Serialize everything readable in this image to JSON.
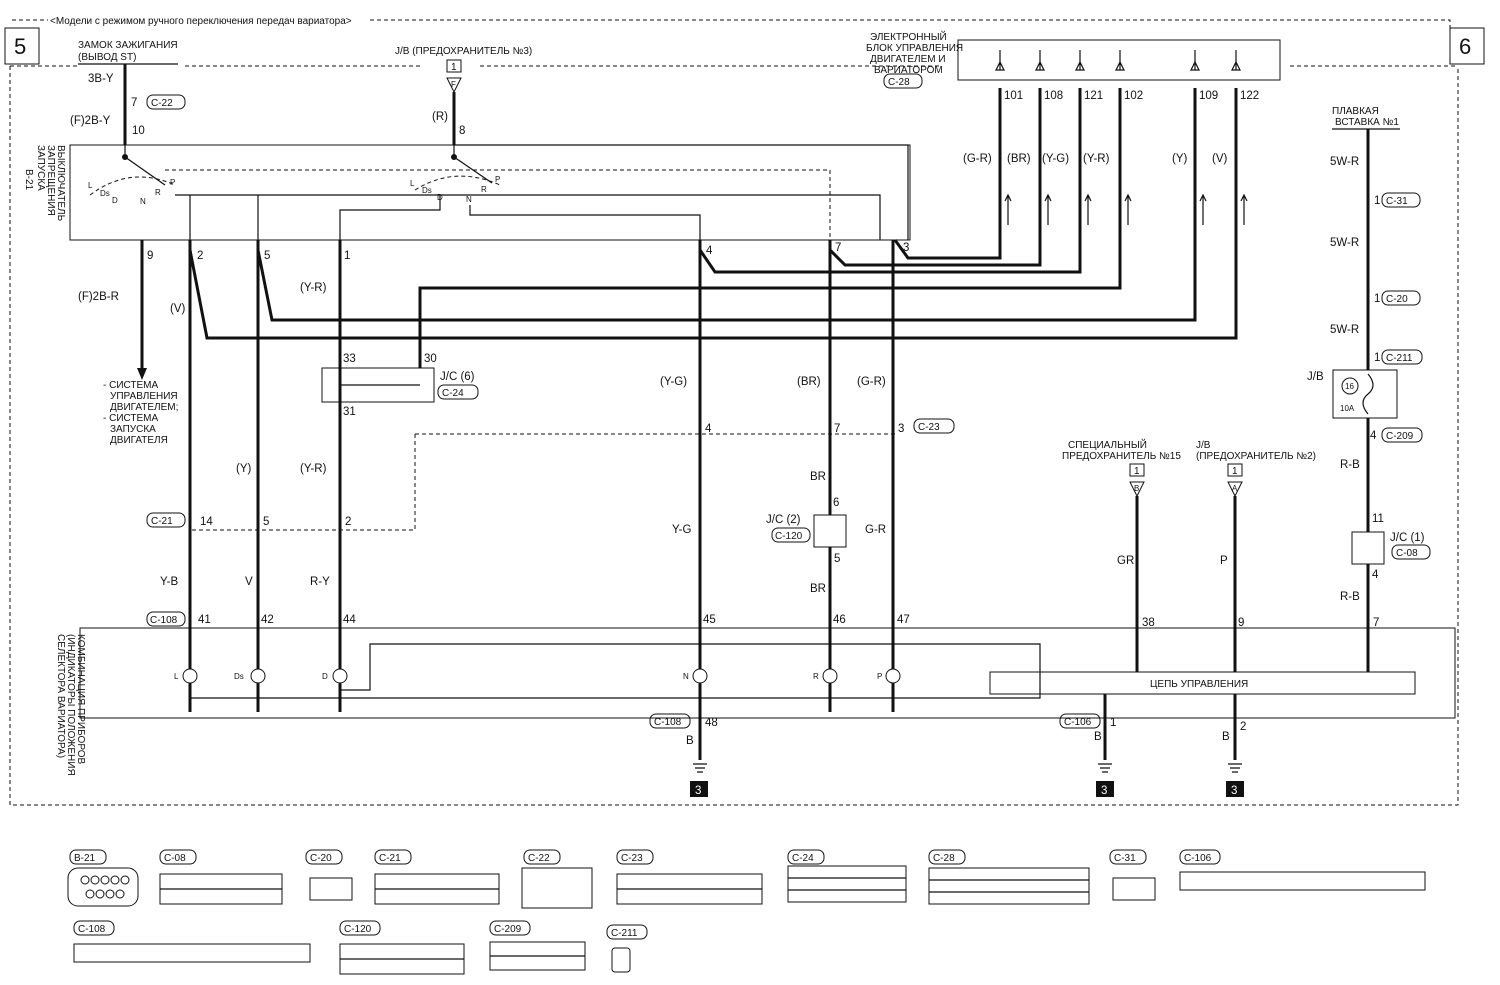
{
  "header": {
    "note": "<Модели с режимом ручного переключения передач вариатора>",
    "page_left": "5",
    "page_right": "6"
  },
  "top": {
    "ignition_switch": [
      "ЗАМОК ЗАЖИГАНИЯ",
      "(ВЫВОД ST)"
    ],
    "ign_wire": "3B-Y",
    "ign_pin": "7",
    "ign_conn": "C-22",
    "ign_wire2": "(F)2B-Y",
    "ign_pin2": "10",
    "jb_fuse3": "J/B (ПРЕДОХРАНИТЕЛЬ №3)",
    "jb_fuse3_box": "1",
    "jb_fuse3_letter": "F",
    "jb_fuse3_wire": "(R)",
    "jb_fuse3_pin": "8",
    "ecu": [
      "ЭЛЕКТРОННЫЙ",
      "БЛОК УПРАВЛЕНИЯ",
      "ДВИГАТЕЛЕМ И",
      "ВАРИАТОРОМ"
    ],
    "ecu_conn": "C-28",
    "ecu_pins": [
      "101",
      "108",
      "121",
      "102",
      "109",
      "122"
    ],
    "ecu_wires": [
      "(G-R)",
      "(BR)",
      "(Y-G)",
      "(Y-R)",
      "(Y)",
      "(V)"
    ]
  },
  "inhibitor": {
    "label": [
      "ВЫКЛЮЧАТЕЛЬ",
      "ЗАПРЕЩЕНИЯ",
      "ЗАПУСКА"
    ],
    "conn": "B-21",
    "positions": [
      "L",
      "Ds",
      "D",
      "N",
      "R",
      "P"
    ],
    "pins": [
      "9",
      "2",
      "5",
      "1",
      "4",
      "7",
      "3"
    ]
  },
  "middle": {
    "wire_9": "(F)2B-R",
    "wire_2": "(V)",
    "wire_1": "(Y-R)",
    "systems": [
      "- СИСТЕМА",
      "УПРАВЛЕНИЯ",
      "ДВИГАТЕЛЕМ;",
      "- СИСТЕМА",
      "ЗАПУСКА",
      "ДВИГАТЕЛЯ"
    ],
    "jc6": "J/C (6)",
    "jc6_conn": "C-24",
    "jc6_pins": [
      "33",
      "30",
      "31"
    ],
    "wire_yg": "(Y-G)",
    "wire_br": "(BR)",
    "wire_gr": "(G-R)",
    "wire_y": "(Y)",
    "wire_yr2": "(Y-R)",
    "c23": "C-23",
    "c23_pins": [
      "4",
      "7",
      "3"
    ],
    "c21": "C-21",
    "c21_pins": [
      "14",
      "5",
      "2"
    ],
    "br": "BR",
    "jc2": "J/C (2)",
    "jc2_conn": "C-120",
    "jc2_pins": [
      "6",
      "5"
    ],
    "yg": "Y-G",
    "gr": "G-R",
    "yb": "Y-B",
    "v": "V",
    "ry": "R-Y",
    "br2": "BR"
  },
  "right": {
    "fusible": [
      "ПЛАВКАЯ",
      "ВСТАВКА №1"
    ],
    "w5wr": "5W-R",
    "c31": "C-31",
    "c20": "C-20",
    "c211": "C-211",
    "pin1": "1",
    "jb": "J/B",
    "fuse_no": "16",
    "fuse_amp": "10A",
    "c209": "C-209",
    "c209_pin": "4",
    "rb": "R-B",
    "jc1": "J/C (1)",
    "jc1_conn": "C-08",
    "jc1_pins": [
      "11",
      "4"
    ],
    "pin7": "7",
    "spec_fuse": [
      "СПЕЦИАЛЬНЫЙ",
      "ПРЕДОХРАНИТЕЛЬ №15"
    ],
    "jb_fuse2": [
      "J/B",
      "(ПРЕДОХРАНИТЕЛЬ №2)"
    ],
    "fuse_box": "1",
    "fuse15_letter": "B",
    "fuse2_letter": "A",
    "gr_wire": "GR",
    "p_wire": "P",
    "pin38": "38",
    "pin9": "9"
  },
  "cluster": {
    "label": [
      "КОМБИНАЦИЯ ПРИБОРОВ",
      "(ИНДИКАТОРЫ ПОЛОЖЕНИЯ",
      "СЕЛЕКТОРА ВАРИАТОРА)"
    ],
    "conn": "C-108",
    "pins": [
      "41",
      "42",
      "44",
      "45",
      "46",
      "47"
    ],
    "lamps": [
      "L",
      "Ds",
      "D",
      "N",
      "R",
      "P"
    ],
    "control": "ЦЕПЬ УПРАВЛЕНИЯ",
    "gnd_conn": "C-108",
    "gnd_pin": "48",
    "gnd_wire": "B",
    "c106": "C-106",
    "c106_pins": [
      "1",
      "2"
    ],
    "ground_no": "3"
  },
  "connectors": [
    "B-21",
    "C-08",
    "C-20",
    "C-21",
    "C-22",
    "C-23",
    "C-24",
    "C-28",
    "C-31",
    "C-106",
    "C-108",
    "C-120",
    "C-209",
    "C-211"
  ]
}
